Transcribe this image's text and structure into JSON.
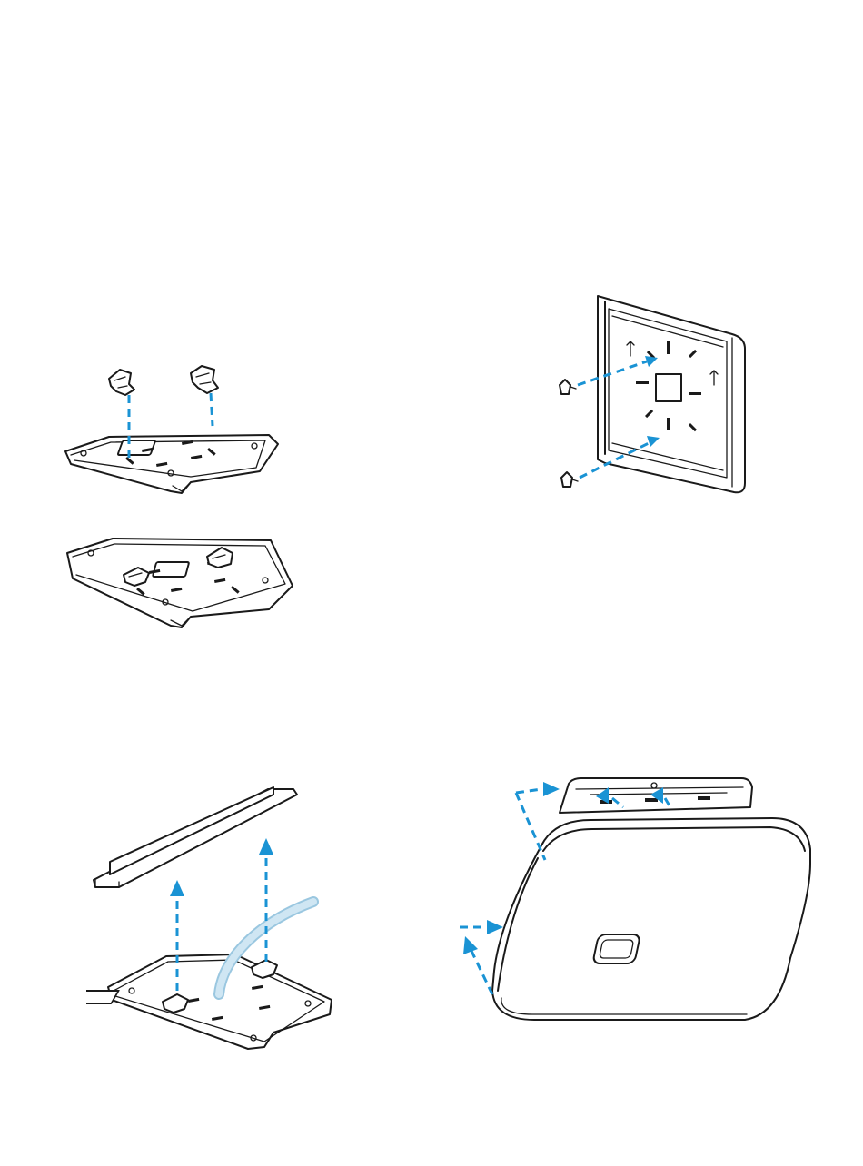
{
  "colors": {
    "arrow": "#1a93d4",
    "line": "#1a1a1a",
    "background": "#ffffff",
    "cable": "#cfe6f3"
  },
  "panels": [
    {
      "id": "clips-to-plate",
      "icons": [
        "clip",
        "mounting-plate",
        "dashed-arrow"
      ]
    },
    {
      "id": "plate-with-clips",
      "icons": [
        "mounting-plate",
        "clip"
      ]
    },
    {
      "id": "wall-mount-screws",
      "icons": [
        "mounting-plate",
        "screw",
        "dashed-arrow"
      ]
    },
    {
      "id": "ceiling-rail-mount",
      "icons": [
        "t-rail",
        "mounting-plate",
        "cable",
        "dashed-arrow"
      ]
    },
    {
      "id": "device-slide-on",
      "icons": [
        "access-point",
        "mounting-plate",
        "dashed-arrow"
      ]
    }
  ]
}
